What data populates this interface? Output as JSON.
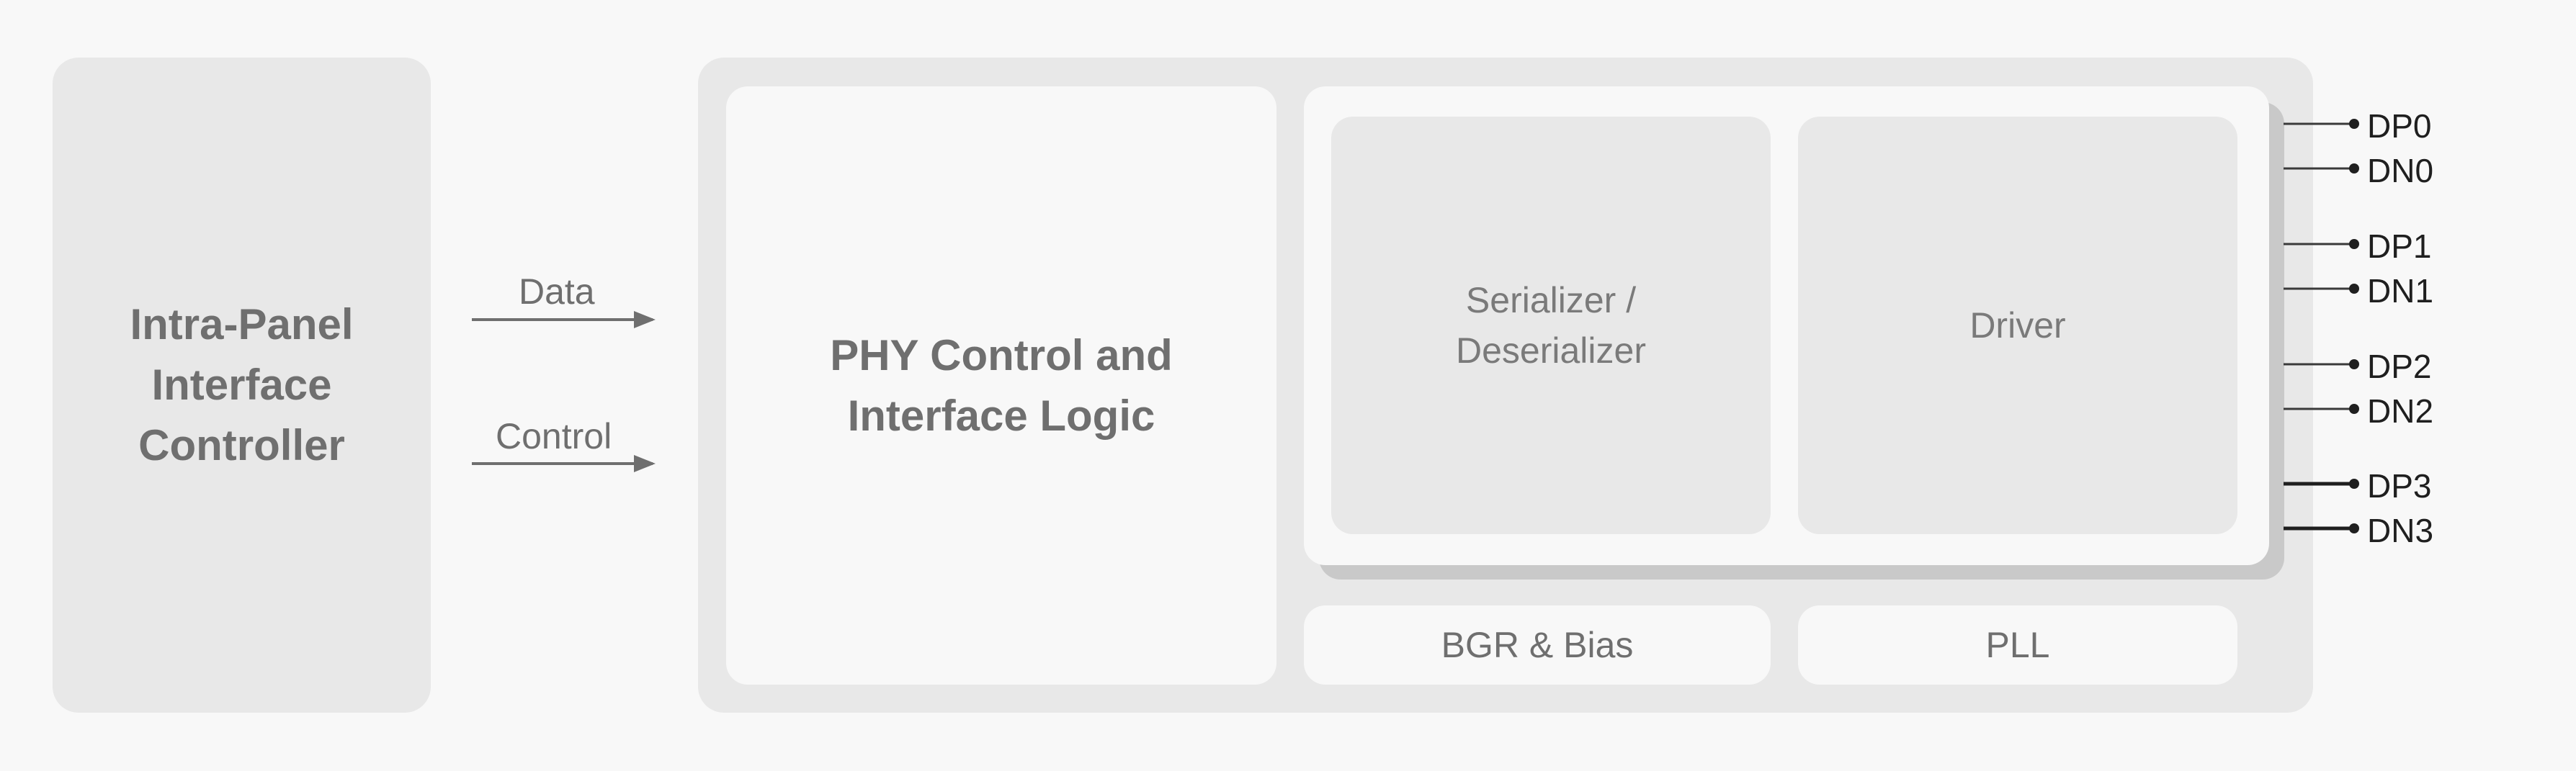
{
  "controller": {
    "lines": [
      "Intra-Panel",
      "Interface",
      "Controller"
    ]
  },
  "phy_logic": {
    "lines": [
      "PHY Control and",
      "Interface Logic"
    ]
  },
  "serializer": {
    "lines": [
      "Serializer /",
      "Deserializer"
    ]
  },
  "driver": {
    "label": "Driver"
  },
  "bgr": {
    "label": "BGR & Bias"
  },
  "pll": {
    "label": "PLL"
  },
  "signals": {
    "data": "Data",
    "control": "Control"
  },
  "pins": [
    "DP0",
    "DN0",
    "DP1",
    "DN1",
    "DP2",
    "DN2",
    "DP3",
    "DN3"
  ],
  "colors": {
    "background": "#f8f8f8",
    "block_fill": "#e8e8e8",
    "block_text": "#6f6f6f",
    "pin_text": "#1f1f1f",
    "arrow": "#6f6f6f"
  }
}
